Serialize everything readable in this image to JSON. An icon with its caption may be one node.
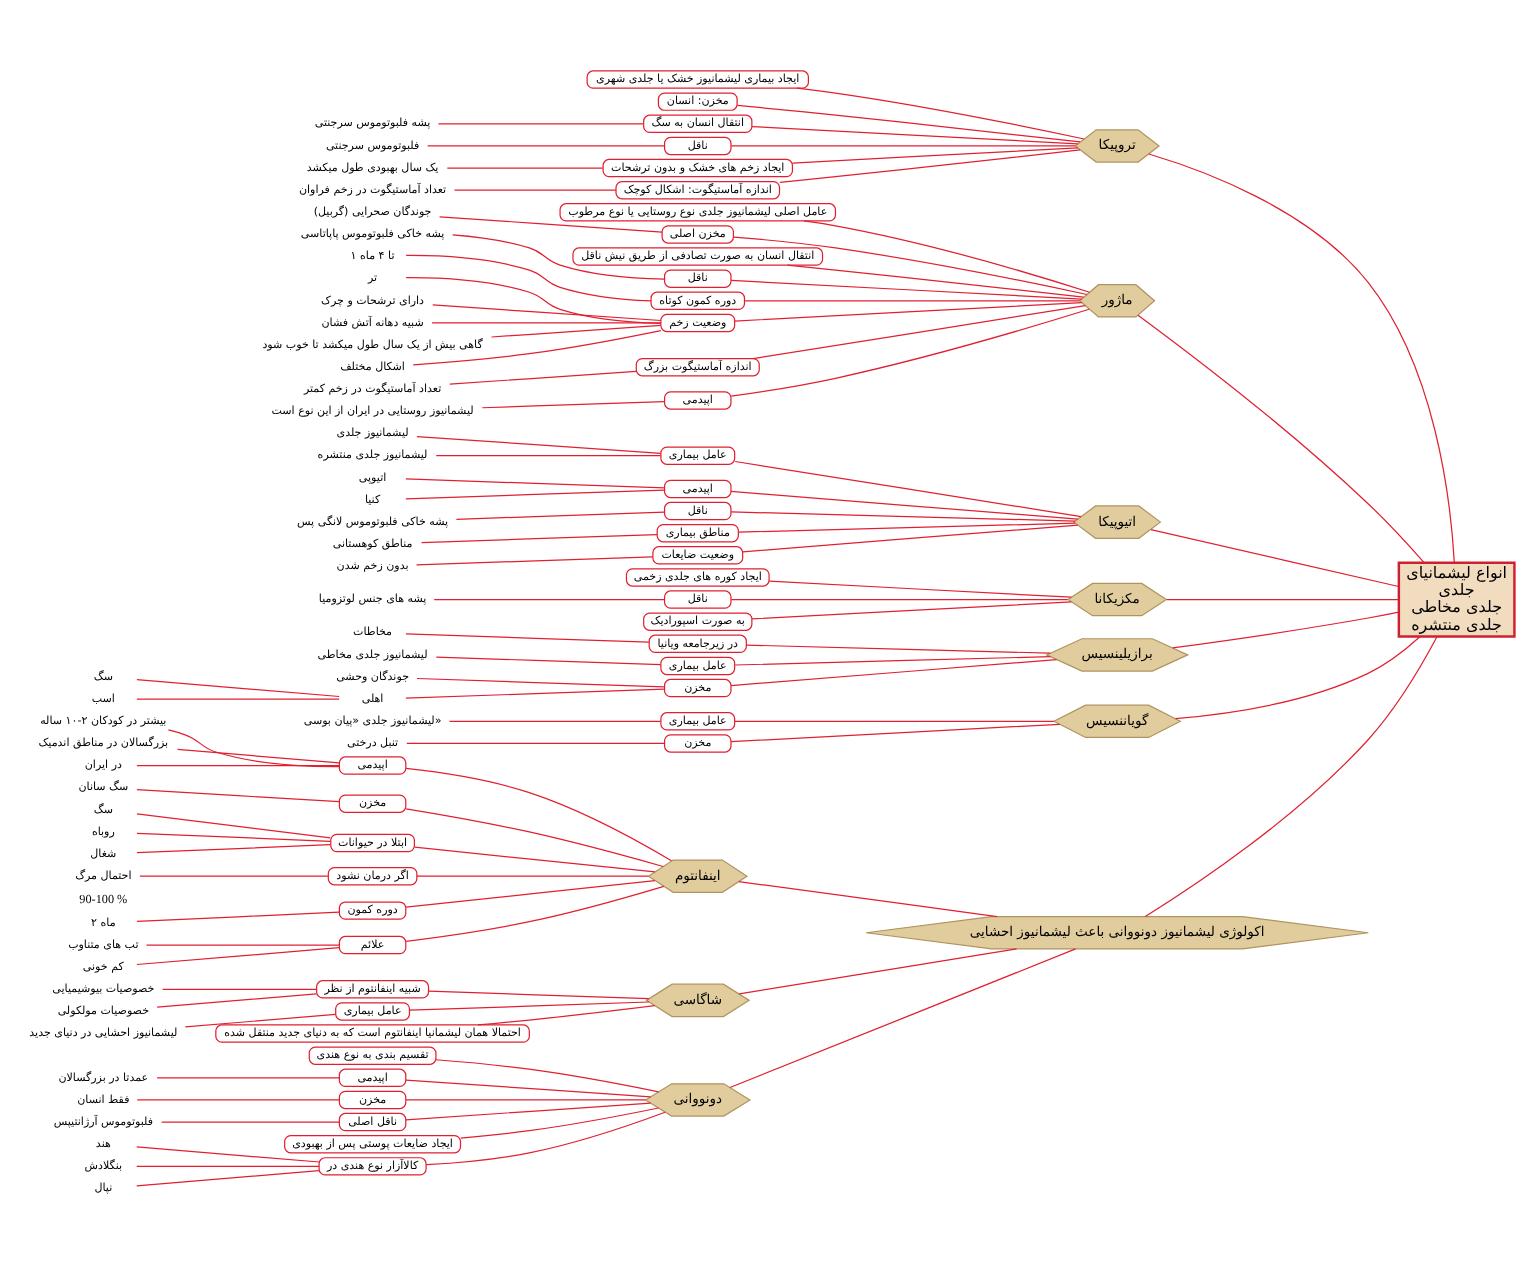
{
  "diagram": {
    "nodes": [
      {
        "text": [
          "انواع لیشمانیای",
          "جلدی",
          "جلدی مخاطی",
          "جلدی منتشره"
        ]
      },
      {
        "text": [
          "تروپیکا"
        ]
      },
      {
        "text": [
          "ایجاد بیماری لیشمانیوز خشک یا جلدی شهری"
        ]
      },
      {
        "text": [
          "مخزن: انسان"
        ]
      },
      {
        "text": [
          "انتقال انسان به سگ"
        ]
      },
      {
        "text": [
          "پشه فلبوتوموس سرجنتی"
        ]
      },
      {
        "text": [
          "ناقل"
        ]
      },
      {
        "text": [
          "فلبوتوموس سرجنتی"
        ]
      },
      {
        "text": [
          "ایجاد زخم های خشک و بدون ترشحات"
        ]
      },
      {
        "text": [
          "یک سال بهبودی طول میکشد"
        ]
      },
      {
        "text": [
          "اندازه آماستیگوت: اشکال کوچک"
        ]
      },
      {
        "text": [
          "تعداد آماستیگوت در زخم فراوان"
        ]
      },
      {
        "text": [
          "ماژور"
        ]
      },
      {
        "text": [
          "عامل اصلی لیشمانیوز جلدی نوع روستایی یا نوع مرطوب"
        ]
      },
      {
        "text": [
          "مخزن اصلی"
        ]
      },
      {
        "text": [
          "جوندگان صحرایی (گربیل)"
        ]
      },
      {
        "text": [
          "انتقال انسان به صورت تصادفی از طریق نیش ناقل"
        ]
      },
      {
        "text": [
          "ناقل"
        ]
      },
      {
        "text": [
          "پشه خاکی فلبوتوموس پاپاتاسی"
        ]
      },
      {
        "text": [
          "دوره کمون کوتاه"
        ]
      },
      {
        "text": [
          "۱ تا ۴ ماه"
        ]
      },
      {
        "text": [
          "وضعیت زخم"
        ]
      },
      {
        "text": [
          "تر"
        ]
      },
      {
        "text": [
          "دارای ترشحات و چرک"
        ]
      },
      {
        "text": [
          "شبیه دهانه آتش فشان"
        ]
      },
      {
        "text": [
          "گاهی بیش از یک سال طول میکشد تا خوب شود"
        ]
      },
      {
        "text": [
          "اشکال مختلف"
        ]
      },
      {
        "text": [
          "اندازه آماستیگوت بزرگ"
        ]
      },
      {
        "text": [
          "تعداد آماستیگوت در زخم کمتر"
        ]
      },
      {
        "text": [
          "اپیدمی"
        ]
      },
      {
        "text": [
          "لیشمانیوز روستایی در ایران از این نوع است"
        ]
      },
      {
        "text": [
          "اتیوپیکا"
        ]
      },
      {
        "text": [
          "عامل بیماری"
        ]
      },
      {
        "text": [
          "لیشمانیوز جلدی"
        ]
      },
      {
        "text": [
          "لیشمانیوز جلدی منتشره"
        ]
      },
      {
        "text": [
          "اپیدمی"
        ]
      },
      {
        "text": [
          "اتیوپی"
        ]
      },
      {
        "text": [
          "کنیا"
        ]
      },
      {
        "text": [
          "ناقل"
        ]
      },
      {
        "text": [
          "پشه خاکی فلبوتوموس لانگی پس"
        ]
      },
      {
        "text": [
          "مناطق بیماری"
        ]
      },
      {
        "text": [
          "مناطق کوهستانی"
        ]
      },
      {
        "text": [
          "وضعیت ضایعات"
        ]
      },
      {
        "text": [
          "بدون زخم شدن"
        ]
      },
      {
        "text": [
          "مکزیکانا"
        ]
      },
      {
        "text": [
          "ایجاد کوره های جلدی زخمی"
        ]
      },
      {
        "text": [
          "ناقل"
        ]
      },
      {
        "text": [
          "پشه های جنس لوتزومیا"
        ]
      },
      {
        "text": [
          "به صورت اسپورادیک"
        ]
      },
      {
        "text": [
          "برازیلینسیس"
        ]
      },
      {
        "text": [
          "در زیرجامعه ویانیا"
        ]
      },
      {
        "text": [
          "مخاطات"
        ]
      },
      {
        "text": [
          "عامل بیماری"
        ]
      },
      {
        "text": [
          "لیشمانیوز جلدی مخاطی"
        ]
      },
      {
        "text": [
          "مخزن"
        ]
      },
      {
        "text": [
          "جوندگان وحشی"
        ]
      },
      {
        "text": [
          "اهلی"
        ]
      },
      {
        "text": [
          "سگ"
        ]
      },
      {
        "text": [
          "اسب"
        ]
      },
      {
        "text": [
          "گویاننسیس"
        ]
      },
      {
        "text": [
          "عامل بیماری"
        ]
      },
      {
        "text": [
          "لیشمانیوز جلدی «پیان بوسی»"
        ]
      },
      {
        "text": [
          "مخزن"
        ]
      },
      {
        "text": [
          "تنبل درختی"
        ]
      },
      {
        "text": [
          "اکولوژی لیشمانیوز دونووانی باعث لیشمانیوز احشایی"
        ]
      },
      {
        "text": [
          "اینفانتوم"
        ]
      },
      {
        "text": [
          "اپیدمی"
        ]
      },
      {
        "text": [
          "بیشتر در کودکان ۲-۱۰ ساله"
        ]
      },
      {
        "text": [
          "بزرگسالان در مناطق اندمیک"
        ]
      },
      {
        "text": [
          "در ایران"
        ]
      },
      {
        "text": [
          "مخزن"
        ]
      },
      {
        "text": [
          "سگ سانان"
        ]
      },
      {
        "text": [
          "ابتلا در حیوانات"
        ]
      },
      {
        "text": [
          "سگ"
        ]
      },
      {
        "text": [
          "روباه"
        ]
      },
      {
        "text": [
          "شغال"
        ]
      },
      {
        "text": [
          "اگر درمان نشود"
        ]
      },
      {
        "text": [
          "احتمال مرگ"
        ],
        "beside": [
          "90-100 %"
        ]
      },
      {
        "text": [
          "دوره کمون"
        ]
      },
      {
        "text": [
          "۲ ماه"
        ]
      },
      {
        "text": [
          "علائم"
        ]
      },
      {
        "text": [
          "تب های متناوب"
        ]
      },
      {
        "text": [
          "کم خونی"
        ]
      },
      {
        "text": [
          "شاگاسی"
        ]
      },
      {
        "text": [
          "شبیه اینفانتوم از نظر"
        ]
      },
      {
        "text": [
          "خصوصیات بیوشیمیایی"
        ]
      },
      {
        "text": [
          "خصوصیات مولکولی"
        ]
      },
      {
        "text": [
          "عامل بیماری"
        ]
      },
      {
        "text": [
          "لیشمانیوز احشایی در دنیای جدید"
        ]
      },
      {
        "text": [
          "احتمالا همان لیشمانیا اینفانتوم است که به دنیای جدید منتقل شده"
        ]
      },
      {
        "text": [
          "دونووانی"
        ]
      },
      {
        "text": [
          "تقسیم بندی به نوع هندی"
        ]
      },
      {
        "text": [
          "اپیدمی"
        ]
      },
      {
        "text": [
          "عمدتا در بزرگسالان"
        ]
      },
      {
        "text": [
          "مخزن"
        ]
      },
      {
        "text": [
          "فقط انسان"
        ]
      },
      {
        "text": [
          "ناقل اصلی"
        ]
      },
      {
        "text": [
          "فلبوتوموس آرژانتیپس"
        ]
      },
      {
        "text": [
          "ایجاد ضایعات پوستی پس از بهبودی"
        ]
      },
      {
        "text": [
          "کالاآزار نوع هندی در"
        ]
      },
      {
        "text": [
          "هند"
        ]
      },
      {
        "text": [
          "بنگلادش"
        ]
      },
      {
        "text": [
          "نپال"
        ]
      }
    ],
    "edges": [
      {
        "from": 0,
        "to": 1,
        "arrow": "none"
      },
      {
        "from": 1,
        "to": 2,
        "arrow": "none"
      },
      {
        "from": 1,
        "to": 3,
        "arrow": "none"
      },
      {
        "from": 1,
        "to": 4,
        "arrow": "none"
      },
      {
        "from": 4,
        "to": 5,
        "arrow": "none"
      },
      {
        "from": 1,
        "to": 6,
        "arrow": "none"
      },
      {
        "from": 6,
        "to": 7,
        "arrow": "none"
      },
      {
        "from": 1,
        "to": 8,
        "arrow": "none"
      },
      {
        "from": 8,
        "to": 9,
        "arrow": "none"
      },
      {
        "from": 1,
        "to": 10,
        "arrow": "none"
      },
      {
        "from": 10,
        "to": 11,
        "arrow": "none"
      },
      {
        "from": 0,
        "to": 12,
        "arrow": "none"
      },
      {
        "from": 12,
        "to": 13,
        "arrow": "none"
      },
      {
        "from": 12,
        "to": 14,
        "arrow": "none"
      },
      {
        "from": 14,
        "to": 15,
        "arrow": "none"
      },
      {
        "from": 12,
        "to": 16,
        "arrow": "none"
      },
      {
        "from": 12,
        "to": 17,
        "arrow": "none"
      },
      {
        "from": 17,
        "to": 18,
        "arrow": "none"
      },
      {
        "from": 12,
        "to": 19,
        "arrow": "none"
      },
      {
        "from": 19,
        "to": 20,
        "arrow": "none"
      },
      {
        "from": 12,
        "to": 21,
        "arrow": "none"
      },
      {
        "from": 21,
        "to": 22,
        "arrow": "none"
      },
      {
        "from": 21,
        "to": 23,
        "arrow": "none"
      },
      {
        "from": 21,
        "to": 24,
        "arrow": "none"
      },
      {
        "from": 21,
        "to": 25,
        "arrow": "none"
      },
      {
        "from": 21,
        "to": 26,
        "arrow": "none"
      },
      {
        "from": 12,
        "to": 27,
        "arrow": "none"
      },
      {
        "from": 27,
        "to": 28,
        "arrow": "none"
      },
      {
        "from": 12,
        "to": 29,
        "arrow": "none"
      },
      {
        "from": 29,
        "to": 30,
        "arrow": "none"
      },
      {
        "from": 0,
        "to": 31,
        "arrow": "none"
      },
      {
        "from": 31,
        "to": 32,
        "arrow": "none"
      },
      {
        "from": 32,
        "to": 33,
        "arrow": "none"
      },
      {
        "from": 32,
        "to": 34,
        "arrow": "none"
      },
      {
        "from": 31,
        "to": 35,
        "arrow": "none"
      },
      {
        "from": 35,
        "to": 36,
        "arrow": "none"
      },
      {
        "from": 35,
        "to": 37,
        "arrow": "none"
      },
      {
        "from": 31,
        "to": 38,
        "arrow": "none"
      },
      {
        "from": 38,
        "to": 39,
        "arrow": "none"
      },
      {
        "from": 31,
        "to": 40,
        "arrow": "none"
      },
      {
        "from": 40,
        "to": 41,
        "arrow": "none"
      },
      {
        "from": 31,
        "to": 42,
        "arrow": "none"
      },
      {
        "from": 42,
        "to": 43,
        "arrow": "none"
      },
      {
        "from": 0,
        "to": 44,
        "arrow": "none"
      },
      {
        "from": 44,
        "to": 45,
        "arrow": "none"
      },
      {
        "from": 44,
        "to": 46,
        "arrow": "none"
      },
      {
        "from": 46,
        "to": 47,
        "arrow": "none"
      },
      {
        "from": 44,
        "to": 48,
        "arrow": "none"
      },
      {
        "from": 0,
        "to": 49,
        "arrow": "none"
      },
      {
        "from": 49,
        "to": 50,
        "arrow": "none"
      },
      {
        "from": 50,
        "to": 51,
        "arrow": "none"
      },
      {
        "from": 49,
        "to": 52,
        "arrow": "none"
      },
      {
        "from": 52,
        "to": 53,
        "arrow": "none"
      },
      {
        "from": 49,
        "to": 54,
        "arrow": "none"
      },
      {
        "from": 54,
        "to": 55,
        "arrow": "none"
      },
      {
        "from": 54,
        "to": 56,
        "arrow": "none"
      },
      {
        "from": 56,
        "to": 57,
        "arrow": "none"
      },
      {
        "from": 56,
        "to": 58,
        "arrow": "none"
      },
      {
        "from": 0,
        "to": 59,
        "arrow": "none"
      },
      {
        "from": 59,
        "to": 60,
        "arrow": "none"
      },
      {
        "from": 60,
        "to": 61,
        "arrow": "none"
      },
      {
        "from": 59,
        "to": 62,
        "arrow": "none"
      },
      {
        "from": 62,
        "to": 63,
        "arrow": "none"
      },
      {
        "from": 0,
        "to": 64,
        "arrow": "none"
      },
      {
        "from": 64,
        "to": 65,
        "arrow": "none"
      },
      {
        "from": 65,
        "to": 66,
        "arrow": "none"
      },
      {
        "from": 66,
        "to": 67,
        "arrow": "none"
      },
      {
        "from": 66,
        "to": 68,
        "arrow": "none"
      },
      {
        "from": 66,
        "to": 69,
        "arrow": "none"
      },
      {
        "from": 65,
        "to": 70,
        "arrow": "none"
      },
      {
        "from": 70,
        "to": 71,
        "arrow": "none"
      },
      {
        "from": 65,
        "to": 72,
        "arrow": "none"
      },
      {
        "from": 72,
        "to": 73,
        "arrow": "none"
      },
      {
        "from": 72,
        "to": 74,
        "arrow": "none"
      },
      {
        "from": 72,
        "to": 75,
        "arrow": "none"
      },
      {
        "from": 65,
        "to": 76,
        "arrow": "none"
      },
      {
        "from": 76,
        "to": 77,
        "arrow": "none"
      },
      {
        "from": 65,
        "to": 78,
        "arrow": "none"
      },
      {
        "from": 78,
        "to": 79,
        "arrow": "none"
      },
      {
        "from": 65,
        "to": 80,
        "arrow": "none"
      },
      {
        "from": 80,
        "to": 81,
        "arrow": "none"
      },
      {
        "from": 80,
        "to": 82,
        "arrow": "none"
      },
      {
        "from": 64,
        "to": 83,
        "arrow": "none"
      },
      {
        "from": 83,
        "to": 84,
        "arrow": "none"
      },
      {
        "from": 84,
        "to": 85,
        "arrow": "none"
      },
      {
        "from": 84,
        "to": 86,
        "arrow": "none"
      },
      {
        "from": 83,
        "to": 87,
        "arrow": "none"
      },
      {
        "from": 87,
        "to": 88,
        "arrow": "none"
      },
      {
        "from": 83,
        "to": 89,
        "arrow": "none"
      },
      {
        "from": 64,
        "to": 90,
        "arrow": "none"
      },
      {
        "from": 90,
        "to": 91,
        "arrow": "none"
      },
      {
        "from": 90,
        "to": 92,
        "arrow": "none"
      },
      {
        "from": 92,
        "to": 93,
        "arrow": "none"
      },
      {
        "from": 90,
        "to": 94,
        "arrow": "none"
      },
      {
        "from": 94,
        "to": 95,
        "arrow": "none"
      },
      {
        "from": 90,
        "to": 96,
        "arrow": "none"
      },
      {
        "from": 96,
        "to": 97,
        "arrow": "none"
      },
      {
        "from": 90,
        "to": 98,
        "arrow": "none"
      },
      {
        "from": 90,
        "to": 99,
        "arrow": "none"
      },
      {
        "from": 99,
        "to": 100,
        "arrow": "none"
      },
      {
        "from": 99,
        "to": 101,
        "arrow": "none"
      },
      {
        "from": 99,
        "to": 102,
        "arrow": "none"
      }
    ]
  }
}
